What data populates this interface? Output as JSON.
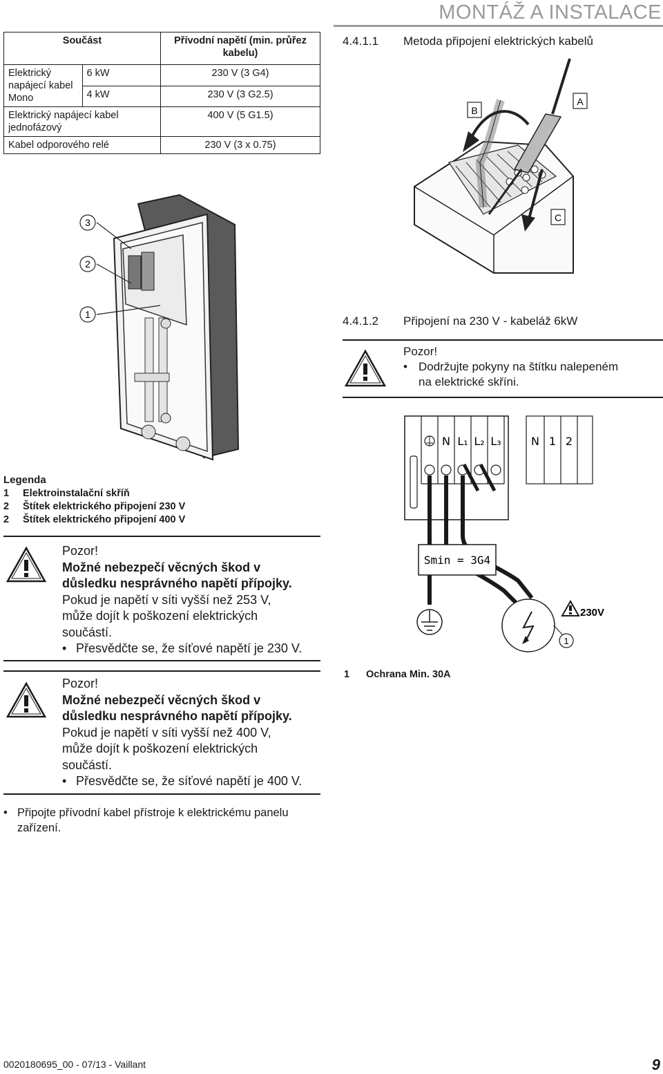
{
  "header": {
    "title": "MONTÁŽ A INSTALACE"
  },
  "table": {
    "col1_header": "Součást",
    "col2_header": "Přívodní napětí (min. průřez kabelu)",
    "rows": [
      {
        "part": "Elektrický napájecí kabel Mono",
        "sub": "6 kW",
        "value": "230 V (3 G4)"
      },
      {
        "sub": "4 kW",
        "value": "230 V (3 G2.5)"
      },
      {
        "part": "Elektrický napájecí kabel jednofázový",
        "value": "400 V (5 G1.5)"
      },
      {
        "part": "Kabel odporového relé",
        "value": "230 V (3 x 0.75)"
      }
    ]
  },
  "figure_box": {
    "callouts": [
      "3",
      "2",
      "1"
    ]
  },
  "legend": {
    "title": "Legenda",
    "items": [
      {
        "num": "1",
        "text": "Elektroinstalační skříň"
      },
      {
        "num": "2",
        "text": "Štítek elektrického připojení 230 V"
      },
      {
        "num": "2",
        "text": "Štítek elektrického připojení 400 V"
      }
    ]
  },
  "warning1": {
    "title": "Pozor!",
    "bold": [
      "Možné nebezpečí věcných škod v",
      "důsledku nesprávného napětí přípojky."
    ],
    "text": [
      "Pokud je napětí v síti vyšší než 253 V,",
      "může dojít k poškození elektrických",
      "součástí."
    ],
    "bullet": "Přesvědčte se, že síťové napětí je 230 V."
  },
  "warning2": {
    "title": "Pozor!",
    "bold": [
      "Možné nebezpečí věcných škod v",
      "důsledku nesprávného napětí přípojky."
    ],
    "text": [
      "Pokud je napětí v síti vyšší než 400 V,",
      "může dojít k poškození elektrických",
      "součástí."
    ],
    "bullet": "Přesvědčte se, že síťové napětí je 400 V."
  },
  "instruction": [
    "Připojte přívodní kabel přístroje k elektrickému panelu",
    "zařízení."
  ],
  "section1": {
    "num": "4.4.1.1",
    "title": "Metoda připojení elektrických kabelů"
  },
  "fig1_labels": {
    "a": "A",
    "b": "B",
    "c": "C"
  },
  "section2": {
    "num": "4.4.1.2",
    "title": "Připojení na 230 V - kabeláž 6kW"
  },
  "note": {
    "title": "Pozor!",
    "bullet_lines": [
      "Dodržujte pokyny na štítku nalepeném",
      "na elektrické skříni."
    ]
  },
  "wiring": {
    "terminals_main": [
      "N",
      "L₁",
      "L₂",
      "L₃"
    ],
    "terminals_aux": [
      "N",
      "1",
      "2"
    ],
    "smin": "Smin = 3G4",
    "voltage": "230V",
    "callout": "1"
  },
  "legend2": {
    "num": "1",
    "text": "Ochrana Min. 30A"
  },
  "footer": {
    "doc": "0020180695_00 - 07/13 - Vaillant",
    "page": "9"
  }
}
